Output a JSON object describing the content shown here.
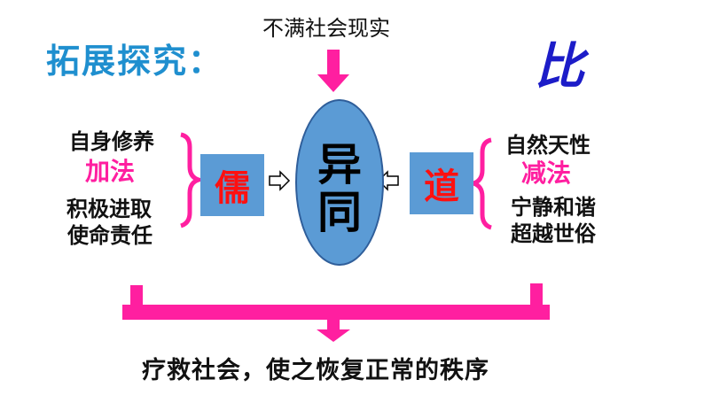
{
  "title": "拓展探究：",
  "top_cause": "不满社会现实",
  "bi_label": "比",
  "center": {
    "char1": "异",
    "char2": "同"
  },
  "left": {
    "line1": "自身修养",
    "method": "加法",
    "line2": "积极进取",
    "line3": "使命责任",
    "school": "儒"
  },
  "right": {
    "line1": "自然天性",
    "method": "减法",
    "line2": "宁静和谐",
    "line3": "超越世俗",
    "school": "道"
  },
  "bottom": "疗救社会，使之恢复正常的秩序",
  "colors": {
    "title": "#1f8fcf",
    "accent_magenta": "#ff1fa0",
    "box_blue": "#5b9bd5",
    "school_red": "#ff1010",
    "bi_blue": "#1c1cc8"
  }
}
